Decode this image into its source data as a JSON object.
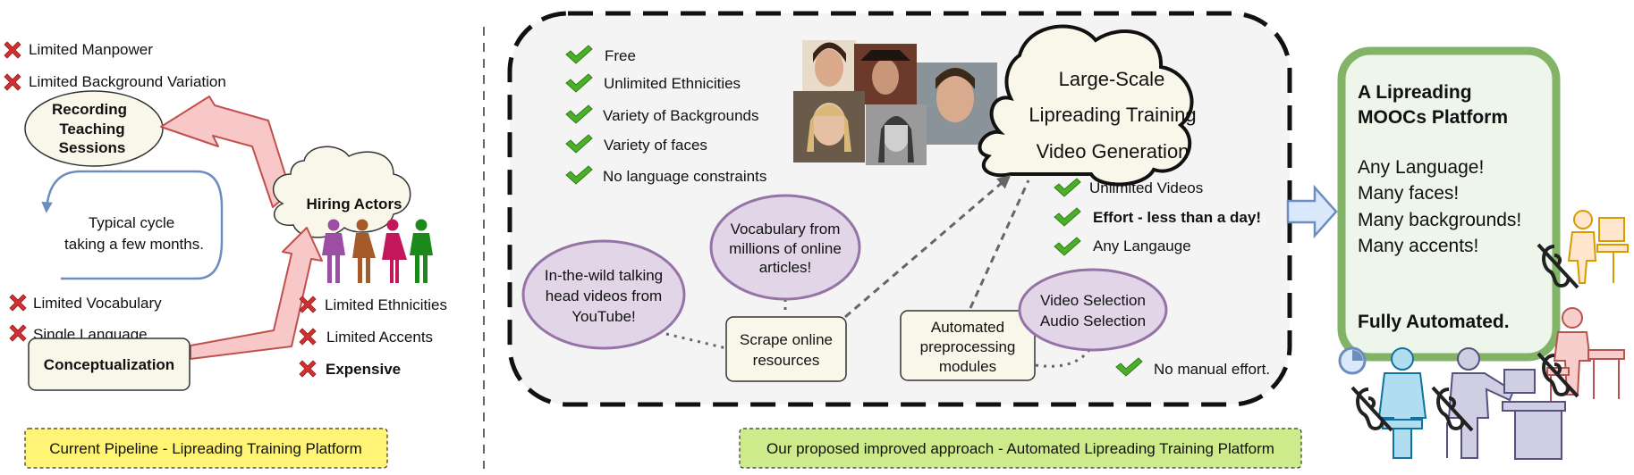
{
  "left": {
    "cons_top": [
      "Limited Manpower",
      "Limited Background Variation"
    ],
    "recording": [
      "Recording",
      "Teaching",
      "Sessions"
    ],
    "cycle": [
      "Typical cycle",
      "taking a few months."
    ],
    "hiring": "Hiring Actors",
    "cons_bottom": [
      "Limited Vocabulary",
      "Single Language"
    ],
    "conceptualization": "Conceptualization",
    "actor_cons": [
      {
        "text": "Limited Ethnicities",
        "bold": false
      },
      {
        "text": "Limited Accents",
        "bold": false
      },
      {
        "text": "Expensive",
        "bold": true
      }
    ],
    "caption": "Current Pipeline - Lipreading Training Platform"
  },
  "middle": {
    "pros": [
      "Free",
      "Unlimited Ethnicities",
      "Variety of Backgrounds",
      "Variety of faces",
      "No language constraints"
    ],
    "cloud": [
      "Large-Scale",
      "Lipreading Training",
      "Video Generation"
    ],
    "outcomes": [
      {
        "text": "Unlimited Videos",
        "bold": false
      },
      {
        "text": "Effort - less than a day!",
        "bold": true
      },
      {
        "text": "Any Langauge",
        "bold": false
      }
    ],
    "youtube": [
      "In-the-wild talking",
      "head videos from",
      "YouTube!"
    ],
    "vocab": [
      "Vocabulary from",
      "millions of online",
      "articles!"
    ],
    "scrape": [
      "Scrape online",
      "resources"
    ],
    "auto": [
      "Automated",
      "preprocessing",
      "modules"
    ],
    "selection": [
      "Video Selection",
      "Audio Selection"
    ],
    "no_manual": "No manual effort.",
    "caption": "Our proposed improved approach - Automated Lipreading Training Platform"
  },
  "right": {
    "title": [
      "A Lipreading",
      "MOOCs Platform"
    ],
    "features": [
      "Any Language!",
      "Many faces!",
      "Many backgrounds!",
      "Many accents!"
    ],
    "footer": "Fully Automated."
  },
  "colors": {
    "red_arrow": "#f8c8c8",
    "red_arrow_stroke": "#c0504d",
    "blue_arrow": "#6c8ebf",
    "green_check": "#4caf2a",
    "red_cross": "#d32f2f",
    "lilac": "#e1d5e7",
    "lilac_stroke": "#9673a6",
    "cream": "#f9f7ea",
    "yellow_caption": "#fff475",
    "green_caption": "#cdeb8b",
    "mooc_fill": "#eef5ea",
    "mooc_stroke": "#82b366"
  },
  "icons": [
    "check-icon",
    "cross-icon",
    "actor-icon",
    "face-photo",
    "person-icon",
    "deaf-icon",
    "computer-icon",
    "clock-icon"
  ]
}
